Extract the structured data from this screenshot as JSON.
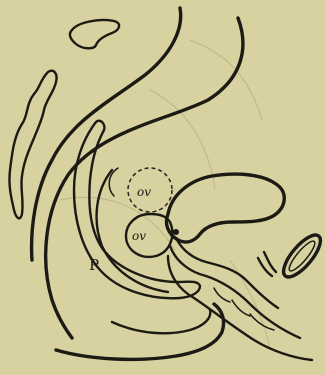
{
  "figure": {
    "labels": {
      "ov_upper": "ov",
      "ov_lower": "ov",
      "p": "P"
    }
  }
}
